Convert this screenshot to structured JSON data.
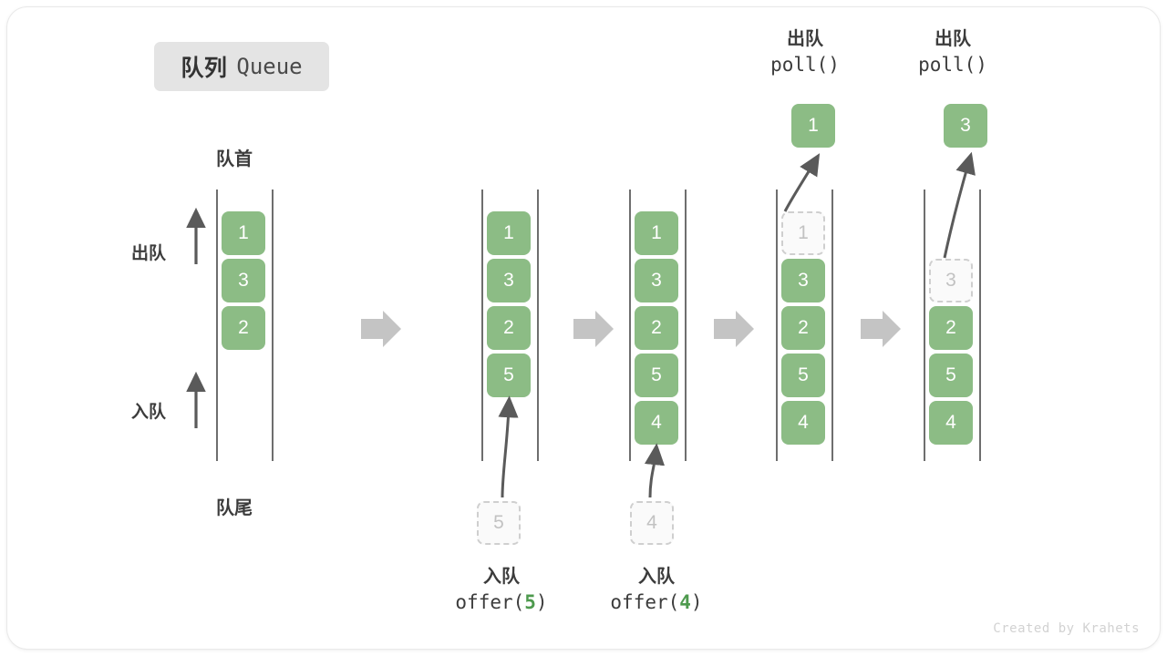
{
  "title": {
    "cn": "队列",
    "en": "Queue"
  },
  "labels": {
    "head": "队首",
    "tail": "队尾",
    "dequeue_side": "出队",
    "enqueue_side": "入队"
  },
  "watermark": "Created by Krahets",
  "colors": {
    "element_fill": "#8cbc85",
    "element_text": "#ffffff",
    "ghost_fill": "#fafafa",
    "ghost_border": "#cfcfcf",
    "ghost_text": "#c2c2c2",
    "rail": "#6e6e6e",
    "arrow": "#5a5a5a",
    "step_arrow": "#c4c4c4",
    "badge_bg": "#e4e4e4",
    "accent_green": "#4e9a4e"
  },
  "captions": {
    "offer5": {
      "cn": "入队",
      "fn": "offer(",
      "arg": "5",
      "close": ")"
    },
    "offer4": {
      "cn": "入队",
      "fn": "offer(",
      "arg": "4",
      "close": ")"
    },
    "poll1": {
      "cn": "出队",
      "code": "poll()"
    },
    "poll2": {
      "cn": "出队",
      "code": "poll()"
    }
  },
  "stages": [
    {
      "name": "initial",
      "elements": [
        "1",
        "3",
        "2"
      ],
      "ghost": null,
      "popped": null
    },
    {
      "name": "after-offer-5",
      "elements": [
        "1",
        "3",
        "2",
        "5"
      ],
      "ghost": {
        "value": "5",
        "position": "below"
      },
      "popped": null
    },
    {
      "name": "after-offer-4",
      "elements": [
        "1",
        "3",
        "2",
        "5",
        "4"
      ],
      "ghost": {
        "value": "4",
        "position": "below"
      },
      "popped": null
    },
    {
      "name": "after-poll-1",
      "elements": [
        "3",
        "2",
        "5",
        "4"
      ],
      "ghost": {
        "value": "1",
        "position": "slot0"
      },
      "popped": {
        "value": "1"
      }
    },
    {
      "name": "after-poll-3",
      "elements": [
        "2",
        "5",
        "4"
      ],
      "ghost": {
        "value": "3",
        "position": "slot1"
      },
      "popped": {
        "value": "3"
      }
    }
  ]
}
